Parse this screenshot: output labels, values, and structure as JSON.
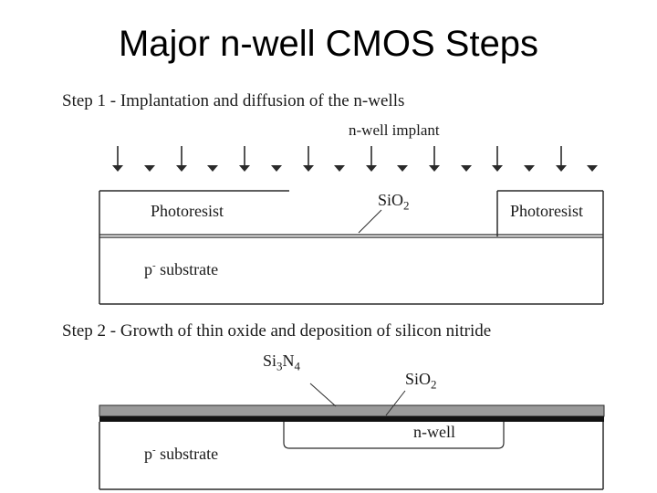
{
  "title": "Major n-well CMOS Steps",
  "step1": {
    "label": "Step 1 - Implantation and diffusion of the n-wells",
    "implant_label": "n-well implant",
    "photoresist_left": "Photoresist",
    "photoresist_right": "Photoresist",
    "sio2_base": "SiO",
    "sio2_sub": "2",
    "substrate_base": "p",
    "substrate_sup": "-",
    "substrate_rest": " substrate"
  },
  "step2": {
    "label": "Step 2 - Growth of thin oxide and deposition of silicon nitride",
    "si3n4_a": "Si",
    "si3n4_sub1": "3",
    "si3n4_b": "N",
    "si3n4_sub2": "4",
    "sio2_base": "SiO",
    "sio2_sub": "2",
    "nwell": "n-well",
    "substrate_base": "p",
    "substrate_sup": "-",
    "substrate_rest": " substrate"
  },
  "colors": {
    "line": "#2a2a2a",
    "nitride_fill": "#9a9a9a",
    "oxide_fill": "#111111"
  },
  "icons": {
    "implant_arrow": "down-arrow-icon"
  }
}
